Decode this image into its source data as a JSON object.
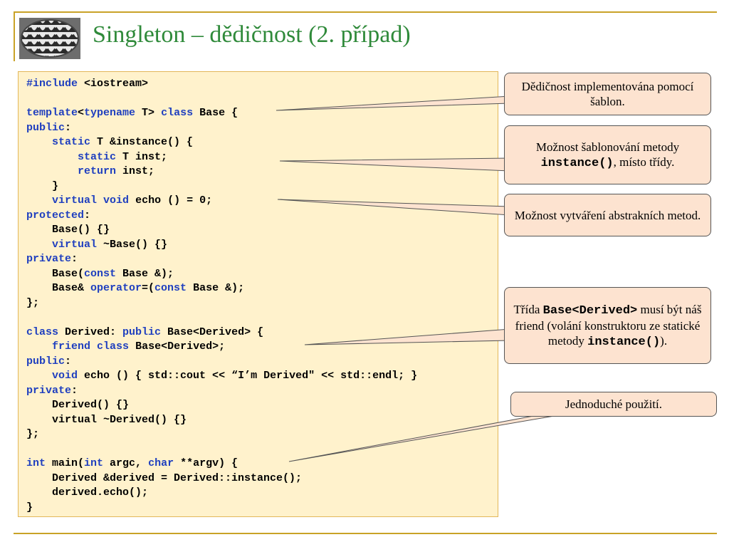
{
  "slide": {
    "title": "Singleton – dědičnost (2. případ)",
    "logo_icon": "escher-pattern-logo",
    "accent_color": "#c9a227",
    "title_color": "#2f8a3a"
  },
  "code_lines": [
    [
      {
        "t": "#include",
        "k": true
      },
      {
        "t": " <iostream>"
      }
    ],
    [],
    [
      {
        "t": "template",
        "k": true
      },
      {
        "t": "<"
      },
      {
        "t": "typename",
        "k": true
      },
      {
        "t": " T> "
      },
      {
        "t": "class",
        "k": true
      },
      {
        "t": " Base {"
      }
    ],
    [
      {
        "t": "public",
        "k": true
      },
      {
        "t": ":"
      }
    ],
    [
      {
        "t": "    "
      },
      {
        "t": "static",
        "k": true
      },
      {
        "t": " T &instance() {"
      }
    ],
    [
      {
        "t": "        "
      },
      {
        "t": "static",
        "k": true
      },
      {
        "t": " T inst;"
      }
    ],
    [
      {
        "t": "        "
      },
      {
        "t": "return",
        "k": true
      },
      {
        "t": " inst;"
      }
    ],
    [
      {
        "t": "    }"
      }
    ],
    [
      {
        "t": "    "
      },
      {
        "t": "virtual",
        "k": true
      },
      {
        "t": " "
      },
      {
        "t": "void",
        "k": true
      },
      {
        "t": " echo () = 0;"
      }
    ],
    [
      {
        "t": "protected",
        "k": true
      },
      {
        "t": ":"
      }
    ],
    [
      {
        "t": "    Base() {}"
      }
    ],
    [
      {
        "t": "    "
      },
      {
        "t": "virtual",
        "k": true
      },
      {
        "t": " ~Base() {}"
      }
    ],
    [
      {
        "t": "private",
        "k": true
      },
      {
        "t": ":"
      }
    ],
    [
      {
        "t": "    Base("
      },
      {
        "t": "const",
        "k": true
      },
      {
        "t": " Base &);"
      }
    ],
    [
      {
        "t": "    Base& "
      },
      {
        "t": "operator",
        "k": true
      },
      {
        "t": "=("
      },
      {
        "t": "const",
        "k": true
      },
      {
        "t": " Base &);"
      }
    ],
    [
      {
        "t": "};"
      }
    ],
    [],
    [
      {
        "t": "class",
        "k": true
      },
      {
        "t": " Derived: "
      },
      {
        "t": "public",
        "k": true
      },
      {
        "t": " Base<Derived> {"
      }
    ],
    [
      {
        "t": "    "
      },
      {
        "t": "friend",
        "k": true
      },
      {
        "t": " "
      },
      {
        "t": "class",
        "k": true
      },
      {
        "t": " Base<Derived>;"
      }
    ],
    [
      {
        "t": "public",
        "k": true
      },
      {
        "t": ":"
      }
    ],
    [
      {
        "t": "    "
      },
      {
        "t": "void",
        "k": true
      },
      {
        "t": " echo () { std::cout << “I’m Derived\" << std::endl; }"
      }
    ],
    [
      {
        "t": "private",
        "k": true
      },
      {
        "t": ":"
      }
    ],
    [
      {
        "t": "    Derived() {}"
      }
    ],
    [
      {
        "t": "    virtual ~Derived() {}"
      }
    ],
    [
      {
        "t": "};"
      }
    ],
    [],
    [
      {
        "t": "int",
        "k": true
      },
      {
        "t": " main("
      },
      {
        "t": "int",
        "k": true
      },
      {
        "t": " argc, "
      },
      {
        "t": "char",
        "k": true
      },
      {
        "t": " **argv) {"
      }
    ],
    [
      {
        "t": "    Derived &derived = Derived::instance();"
      }
    ],
    [
      {
        "t": "    derived.echo();"
      }
    ],
    [
      {
        "t": "}"
      }
    ]
  ],
  "callouts": {
    "c1": {
      "text": "Dědičnost implementována pomocí šablon."
    },
    "c2": {
      "pre": "Možnost šablonování metody ",
      "code": "instance()",
      "post": ", místo třídy."
    },
    "c3": {
      "text": "Možnost vytváření abstrakních metod."
    },
    "c4": {
      "pre": "Třída ",
      "code": "Base<Derived>",
      "mid": " musí být náš friend (volání konstruktoru ze statické metody ",
      "code2": "instance()",
      "post": ")."
    },
    "c5": {
      "text": "Jednoduché použití."
    }
  }
}
